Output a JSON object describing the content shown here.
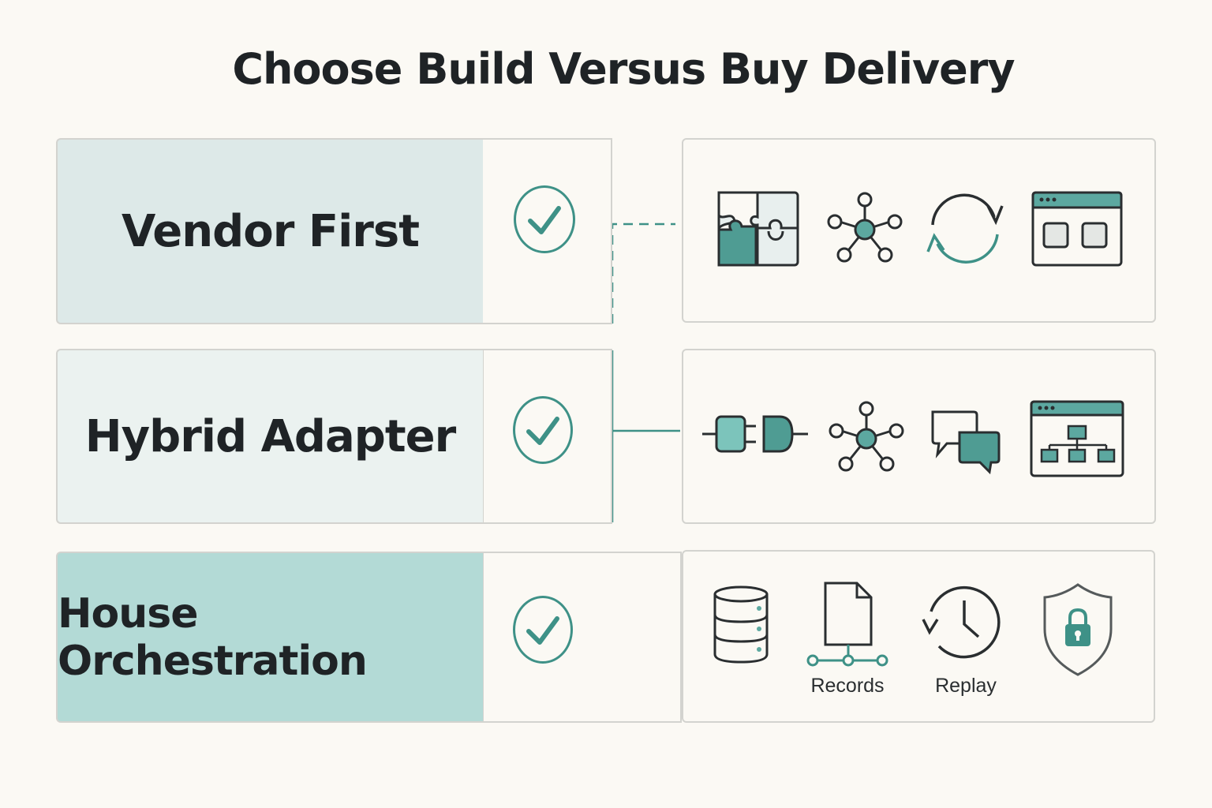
{
  "title": "Choose Build Versus Buy Delivery",
  "colors": {
    "accent": "#3e9187",
    "accent_fill": "#5ca8a0",
    "row1_bg": "#dde9e8",
    "row2_bg": "#ebf2f0",
    "row3_bg": "#b3dad6",
    "border": "#d3d3cf"
  },
  "rows": [
    {
      "label": "Vendor First",
      "selected": true,
      "connector": "dashed",
      "icons": [
        "puzzle-icon",
        "network-hub-icon",
        "sync-icon",
        "app-window-icon"
      ]
    },
    {
      "label": "Hybrid Adapter",
      "selected": true,
      "connector": "solid",
      "icons": [
        "plug-adapter-icon",
        "network-hub-icon",
        "chat-bubbles-icon",
        "workflow-window-icon"
      ]
    },
    {
      "label": "House Orchestration",
      "selected": true,
      "connector": "solid",
      "icons": [
        "database-icon",
        "records-document-icon",
        "replay-clock-icon",
        "security-shield-icon"
      ],
      "captions": {
        "records": "Records",
        "replay": "Replay"
      }
    }
  ]
}
